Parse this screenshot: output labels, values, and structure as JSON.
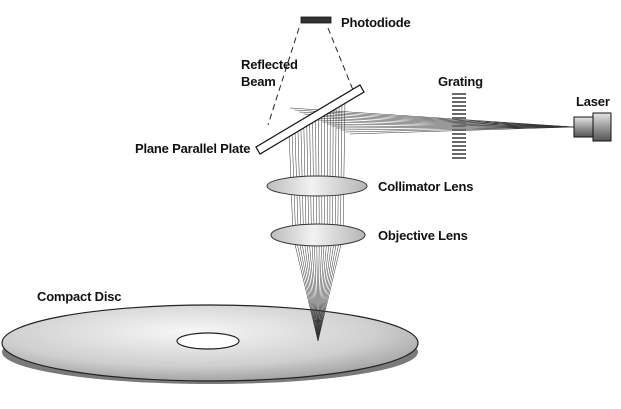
{
  "labels": {
    "photodiode": "Photodiode",
    "reflected_beam_line1": "Reflected",
    "reflected_beam_line2": "Beam",
    "grating": "Grating",
    "laser": "Laser",
    "plane_parallel_plate": "Plane Parallel Plate",
    "collimator_lens": "Collimator Lens",
    "objective_lens": "Objective Lens",
    "compact_disc": "Compact Disc"
  },
  "colors": {
    "ink": "#111111",
    "lens_fill": "#d8d8d8",
    "disc_light": "#f4f4f4",
    "disc_dark": "#9a9a9a",
    "beam": "#333333"
  }
}
